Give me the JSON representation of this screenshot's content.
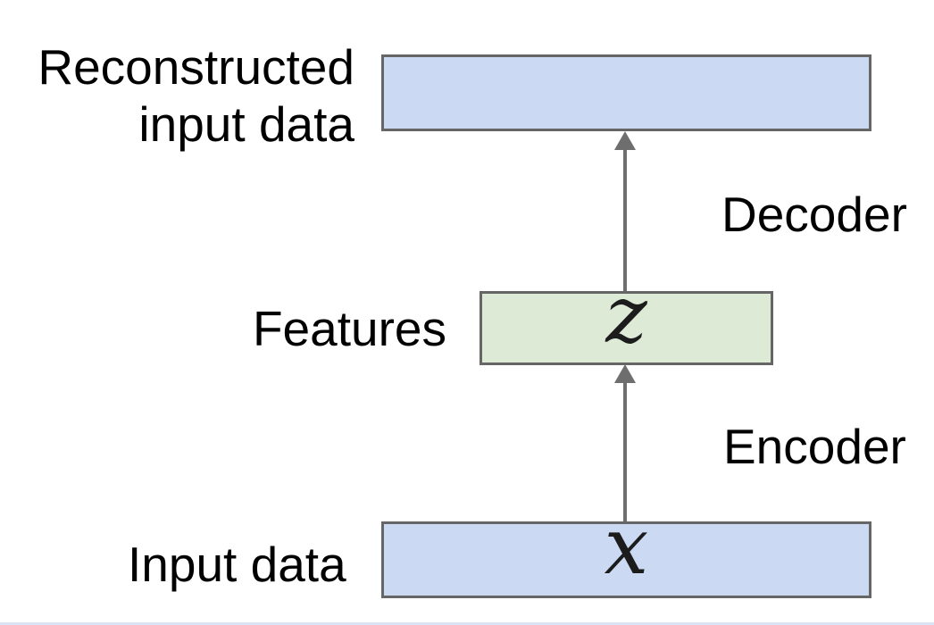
{
  "colors": {
    "background": "#ffffff",
    "box_blue_fill": "#cbd9f3",
    "box_green_fill": "#dcead6",
    "box_border": "#666666",
    "arrow": "#6e6e6e",
    "text": "#000000",
    "bottom_strip": "#d9e4f5"
  },
  "labels": {
    "reconstructed_line1": "Reconstructed",
    "reconstructed_line2": "input data",
    "features": "Features",
    "input_data": "Input data",
    "decoder": "Decoder",
    "encoder": "Encoder"
  },
  "symbols": {
    "features_var": "z",
    "input_var": "x"
  }
}
